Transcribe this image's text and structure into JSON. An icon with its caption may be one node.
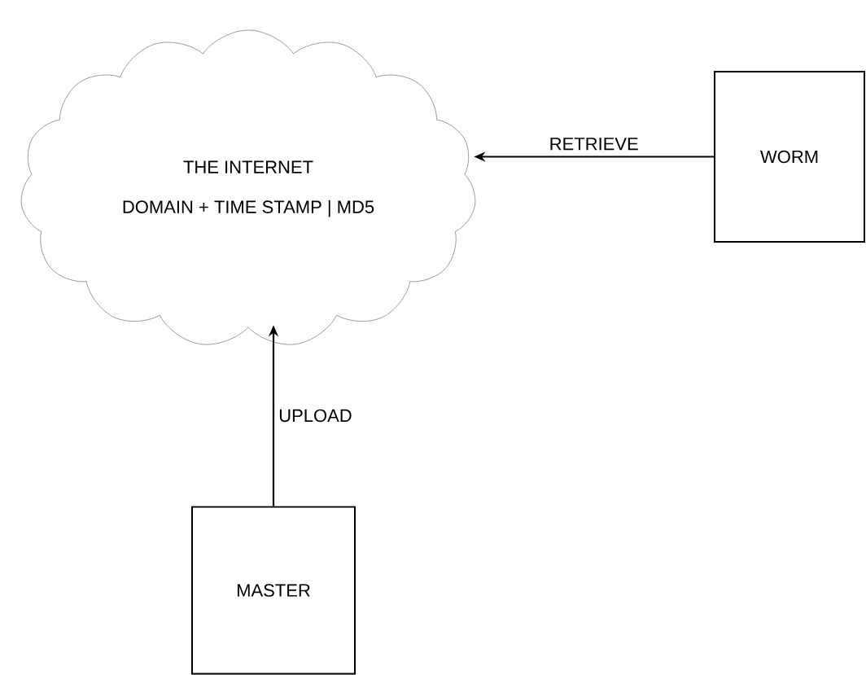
{
  "diagram": {
    "nodes": [
      {
        "text": [
          "THE INTERNET",
          "DOMAIN + TIME STAMP | MD5"
        ]
      },
      {
        "text": [
          "WORM"
        ]
      },
      {
        "text": [
          "MASTER"
        ]
      }
    ],
    "edges": [
      {
        "from": 1,
        "to": 0,
        "arrow": "to",
        "label": "RETRIEVE"
      },
      {
        "from": 2,
        "to": 0,
        "arrow": "to",
        "label": "UPLOAD"
      }
    ]
  }
}
